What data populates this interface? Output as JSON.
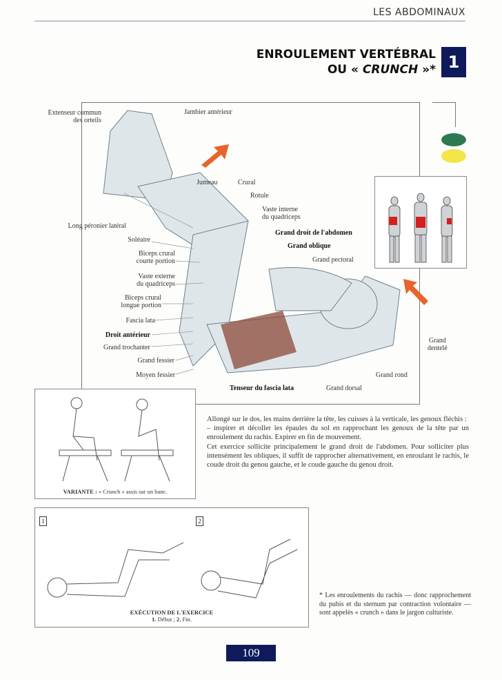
{
  "header": {
    "section": "LES ABDOMINAUX"
  },
  "title": {
    "line1": "ENROULEMENT VERTÉBRAL",
    "line2_prefix": "OU « ",
    "line2_italic": "CRUNCH",
    "line2_suffix": " »*",
    "number": "1"
  },
  "colors": {
    "navy": "#0e1a5c",
    "green": "#2d7a52",
    "yellow": "#f2e64a",
    "arrow": "#e8642a",
    "muscle_highlight": "#d42020"
  },
  "labels": [
    "Extenseur commun",
    "des orteils",
    "Jambier antérieur",
    "Long péronier latéral",
    "Soléaire",
    "Biceps crural",
    "courte portion",
    "Vaste externe",
    "du quadriceps",
    "Biceps crural",
    "longue portion",
    "Fascia lata",
    "Droit antérieur",
    "Grand trochanter",
    "Grand fessier",
    "Moyen fessier",
    "Jumeau",
    "Crural",
    "Rotule",
    "Vaste interne",
    "du quadriceps",
    "Grand droit de l'abdomen",
    "Grand oblique",
    "Grand pectoral",
    "Grand",
    "dentelé",
    "Grand rond",
    "Grand dorsal",
    "Tenseur du fascia lata"
  ],
  "variante": {
    "label": "VARIANTE :",
    "text": " « Crunch » assis sur un banc."
  },
  "description": [
    "Allongé sur le dos, les mains derrière la tête, les cuisses à la verticale, les genoux fléchis :",
    "– inspirer et décoller les épaules du sol en rapprochant les genoux de la tête par un enroulement du rachis. Expirer en fin de mouvement.",
    "Cet exercice sollicite principalement le grand droit de l'abdomen. Pour solliciter plus intensément les obliques, il suffit de rapprocher alternativement, en enroulant le rachis, le coude droit du genou gauche, et le coude gauche du genou droit."
  ],
  "execution": {
    "step1": "1",
    "step2": "2",
    "title": "EXÉCUTION DE L'EXERCICE",
    "n1": "1.",
    "t1": " Début ; ",
    "n2": "2.",
    "t2": " Fin."
  },
  "footnote": "* Les enroulements du rachis — donc rapprochement du pubis et du sternum par contraction volontaire — sont appelés « crunch » dans le jargon culturiste.",
  "page_number": "109"
}
